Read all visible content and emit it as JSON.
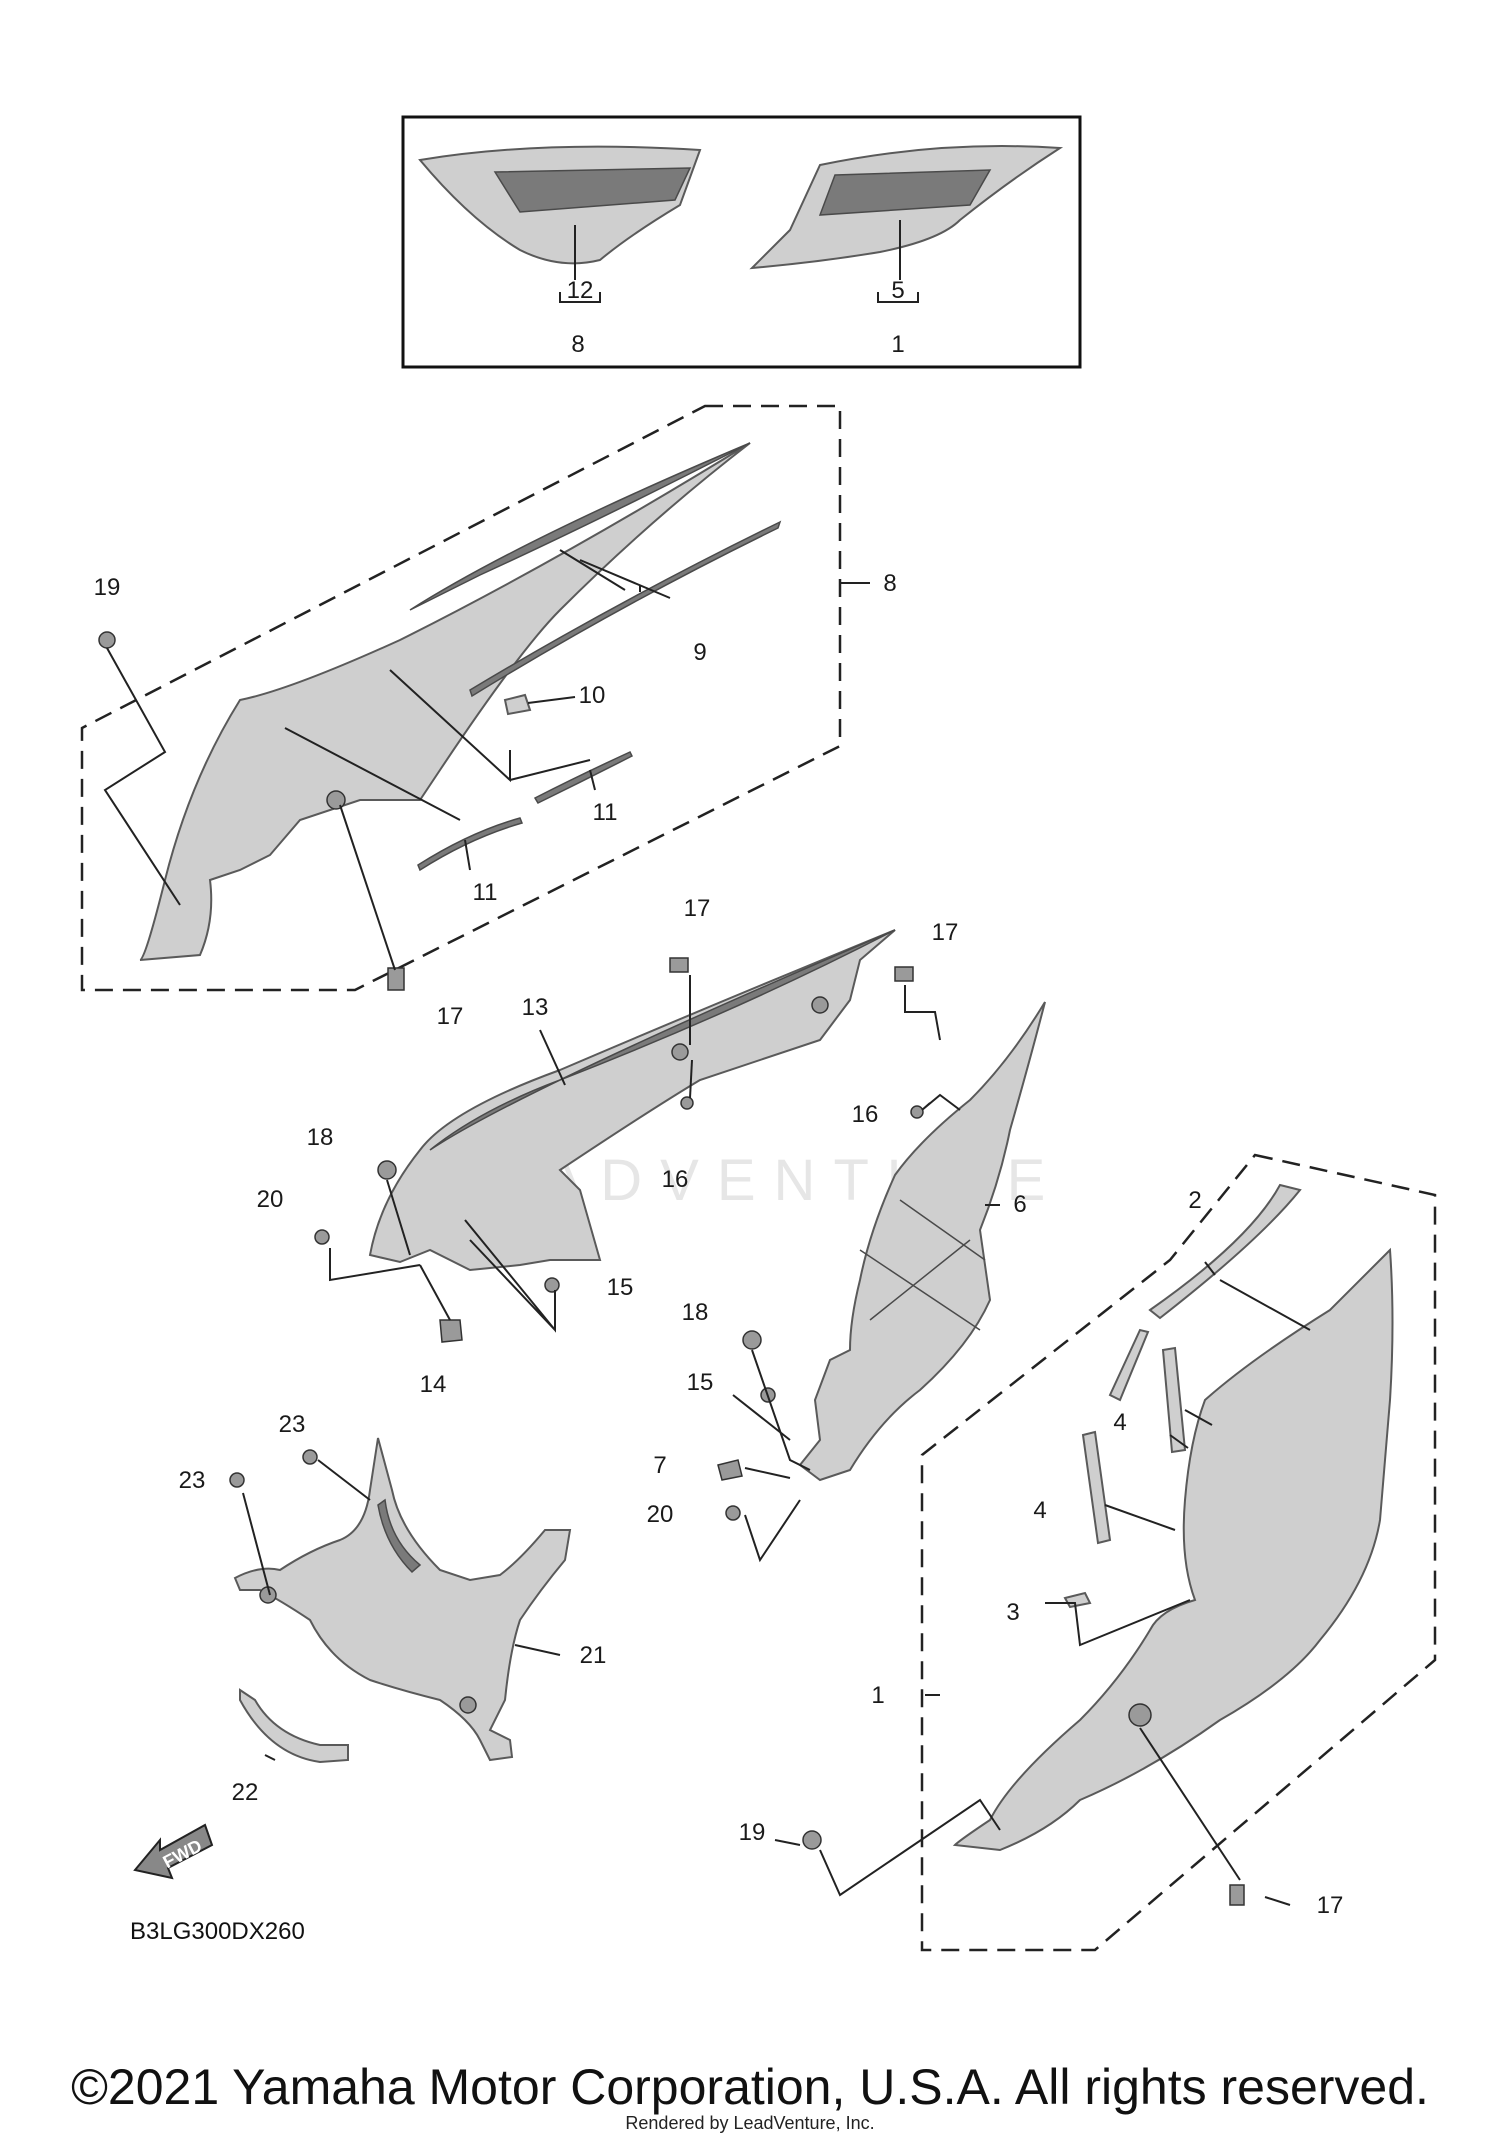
{
  "diagram": {
    "code": "B3LG300DX260",
    "fwd_label": "FWD",
    "watermark": "LEADVENTURE",
    "copyright": "©2021 Yamaha Motor Corporation, U.S.A. All rights reserved.",
    "rendered_by": "Rendered by LeadVenture, Inc.",
    "callouts": {
      "c1_inset": "1",
      "c5": "5",
      "c8_inset": "8",
      "c12": "12",
      "c19_a": "19",
      "c8": "8",
      "c9": "9",
      "c10": "10",
      "c11_a": "11",
      "c11_b": "11",
      "c17_a": "17",
      "c17_b": "17",
      "c17_c": "17",
      "c13": "13",
      "c18_a": "18",
      "c16_a": "16",
      "c16_b": "16",
      "c6": "6",
      "c20_a": "20",
      "c15_a": "15",
      "c14": "14",
      "c2": "2",
      "c18_b": "18",
      "c15_b": "15",
      "c4_a": "4",
      "c4_b": "4",
      "c7": "7",
      "c20_b": "20",
      "c23_a": "23",
      "c23_b": "23",
      "c21": "21",
      "c3": "3",
      "c1": "1",
      "c22": "22",
      "c19_b": "19",
      "c17_d": "17"
    }
  }
}
